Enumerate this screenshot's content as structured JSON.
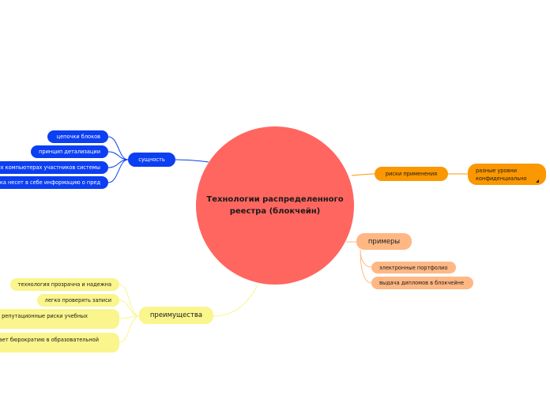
{
  "central_topic": "Технологии распределенного реестра (блокчейн)",
  "branches": {
    "essence": {
      "label": "сущность",
      "children": [
        "цепочки блоков",
        "принцип детализации",
        "ех компьютерах участников системы",
        "йка несет в себе информацию о пред"
      ]
    },
    "risks": {
      "label": "риски применения",
      "children": [
        "разные уровни конфиденциально"
      ]
    },
    "examples": {
      "label": "примеры",
      "children": [
        "электронные портфолио",
        "выдача дипломов в блокчейне"
      ]
    },
    "advantages": {
      "label": "преимущества",
      "children": [
        "технология прозрачна и надежна",
        "легко проверять записи",
        "репутационные риски учебных",
        "ает бюрократию в образовательной"
      ]
    }
  },
  "colors": {
    "central": "#ff6660",
    "essence": "#0c3ff2",
    "risks": "#fb9700",
    "examples": "#ffb784",
    "advantages": "#faf58c"
  }
}
